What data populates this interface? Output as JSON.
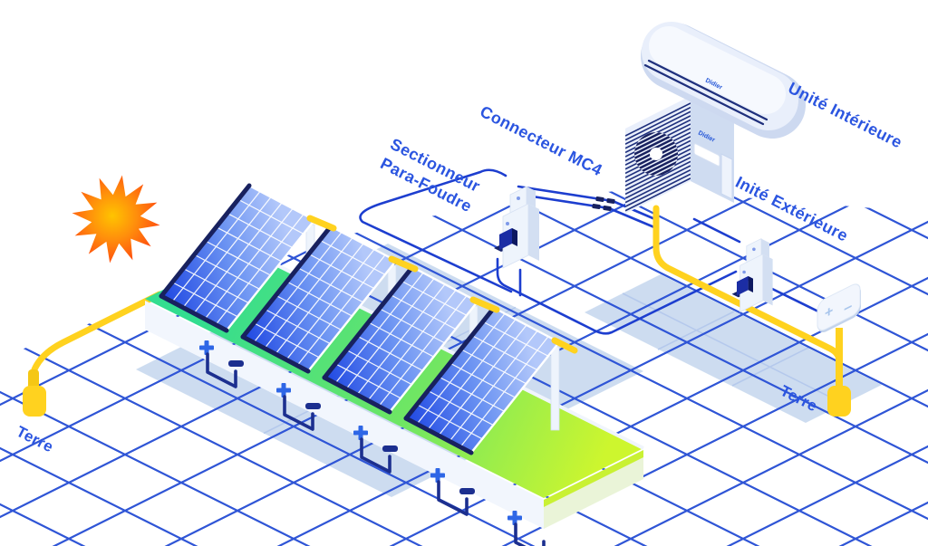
{
  "labels": {
    "sectionneur": {
      "line1": "Sectionneur",
      "line2": "Para-Foudre"
    },
    "connecteur_mc4": "Connecteur MC4",
    "unite_interieure": "Unité Intérieure",
    "unite_exterieure": "Inité Extérieure",
    "terre_left": "Terre",
    "terre_right": "Terre",
    "brand": "Didier"
  },
  "symbols": {
    "plus": "+",
    "minus": "−"
  },
  "colors": {
    "label": "#2b55e0",
    "wire": "#1d3ecf",
    "grid": "#2f55d6",
    "yellow": "#ffd21f",
    "navy": "#18215f",
    "tile": "#c9d9ef",
    "tile_line": "#b5c9ec",
    "green": "#33dd90",
    "lime": "#cdf62e",
    "sun_core": "#ffb200",
    "sun_tip": "#ff3e10",
    "unit_body": "#e9effb",
    "unit_side": "#cfdcf1",
    "face": "#f2f6fd"
  }
}
